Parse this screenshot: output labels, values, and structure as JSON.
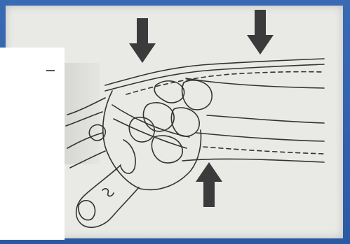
{
  "figure": {
    "subject": "hand-and-forearm-diagram",
    "colors": {
      "frame": "#2f5fa8",
      "paper": "#e9e9e6",
      "ink": "#333333",
      "arrow": "#3b3b3b"
    },
    "arrows": [
      {
        "id": "arrow-top-left",
        "direction": "down"
      },
      {
        "id": "arrow-top-right",
        "direction": "down"
      },
      {
        "id": "arrow-bottom",
        "direction": "up"
      }
    ]
  }
}
